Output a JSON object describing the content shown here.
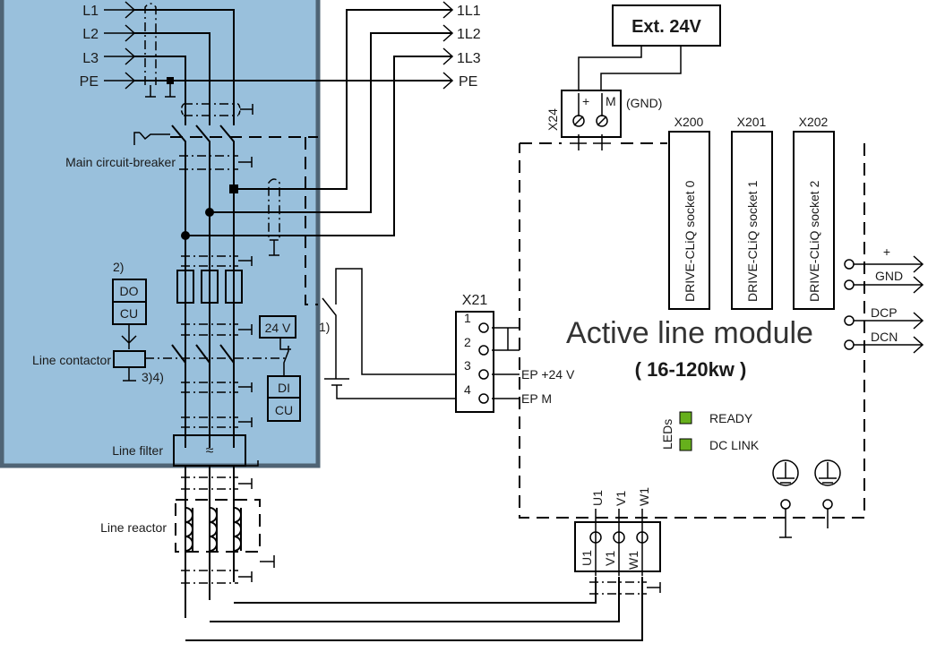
{
  "colors": {
    "panel_fill": "#99c0dc",
    "panel_border": "#4f6475",
    "led_green": "#66b01c",
    "wire": "#000000",
    "text": "#1a1a1a"
  },
  "supply_inputs": [
    "L1",
    "L2",
    "L3",
    "PE"
  ],
  "outputs": [
    "1L1",
    "1L2",
    "1L3",
    "PE"
  ],
  "left_panel": {
    "main_breaker_label": "Main circuit-breaker",
    "note_2": "2)",
    "do_label": "DO",
    "cu_label": "CU",
    "line_contactor_label": "Line contactor",
    "note_34": "3)4)",
    "v24_label": "24 V",
    "di_label": "DI",
    "cu2_label": "CU",
    "line_filter_label": "Line filter",
    "line_filter_symbol": "≈"
  },
  "line_reactor_label": "Line reactor",
  "note_1": "1)",
  "ext_supply": {
    "label": "Ext. 24V",
    "connector": "X24",
    "plus": "+",
    "minus": "M",
    "gnd": "(GND)"
  },
  "drive_cliq": [
    {
      "connector": "X200",
      "label": "DRIVE-CLiQ socket 0"
    },
    {
      "connector": "X201",
      "label": "DRIVE-CLiQ socket 1"
    },
    {
      "connector": "X202",
      "label": "DRIVE-CLiQ socket 2"
    }
  ],
  "x21": {
    "connector": "X21",
    "pins": [
      "1",
      "2",
      "3",
      "4"
    ],
    "ep_plus": "EP +24 V",
    "ep_m": "EP M"
  },
  "module": {
    "title": "Active line module",
    "rating": "( 16-120kw )"
  },
  "right_terminals": {
    "plus": "+",
    "gnd": "GND",
    "dcp": "DCP",
    "dcn": "DCN"
  },
  "leds": {
    "group_label": "LEDs",
    "items": [
      {
        "label": "READY",
        "color": "#66b01c"
      },
      {
        "label": "DC LINK",
        "color": "#66b01c"
      }
    ]
  },
  "power_terminals": {
    "top": [
      "U1",
      "V1",
      "W1"
    ],
    "bottom": [
      "U1",
      "V1",
      "W1"
    ]
  }
}
